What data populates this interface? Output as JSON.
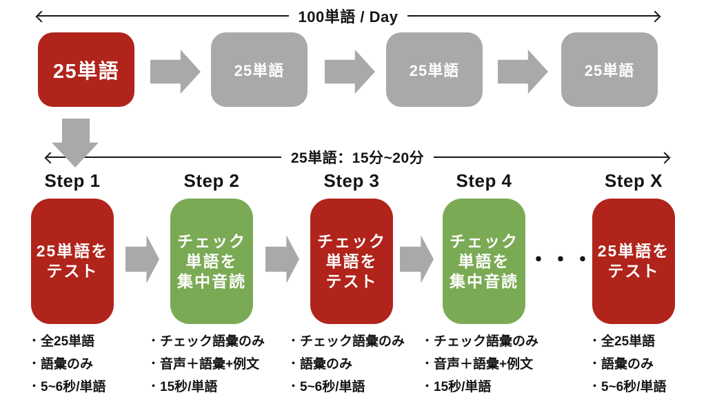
{
  "ui": {
    "bullet": "・"
  },
  "colors": {
    "red": "#b0241b",
    "green": "#7baa55",
    "gray": "#a9a9a9",
    "line": "#141414"
  },
  "top_flow": {
    "span_label": "100単語 / Day",
    "boxes": [
      {
        "label": "25単語",
        "color": "red"
      },
      {
        "label": "25単語",
        "color": "gray"
      },
      {
        "label": "25単語",
        "color": "gray"
      },
      {
        "label": "25単語",
        "color": "gray"
      }
    ]
  },
  "detail_flow": {
    "span_label": "25単語：15分~20分",
    "ellipsis": "・・・",
    "steps": [
      {
        "title": "Step 1",
        "color": "red",
        "box_lines": [
          "25単語を",
          "テスト"
        ],
        "bullets": [
          "全25単語",
          "語彙のみ",
          "5~6秒/単語"
        ]
      },
      {
        "title": "Step 2",
        "color": "green",
        "box_lines": [
          "チェック",
          "単語を",
          "集中音読"
        ],
        "bullets": [
          "チェック語彙のみ",
          "音声＋語彙+例文",
          "15秒/単語"
        ]
      },
      {
        "title": "Step 3",
        "color": "red",
        "box_lines": [
          "チェック",
          "単語を",
          "テスト"
        ],
        "bullets": [
          "チェック語彙のみ",
          "語彙のみ",
          "5~6秒/単語"
        ]
      },
      {
        "title": "Step 4",
        "color": "green",
        "box_lines": [
          "チェック",
          "単語を",
          "集中音読"
        ],
        "bullets": [
          "チェック語彙のみ",
          "音声＋語彙+例文",
          "15秒/単語"
        ]
      },
      {
        "title": "Step X",
        "color": "red",
        "box_lines": [
          "25単語を",
          "テスト"
        ],
        "bullets": [
          "全25単語",
          "語彙のみ",
          "5~6秒/単語"
        ]
      }
    ]
  }
}
